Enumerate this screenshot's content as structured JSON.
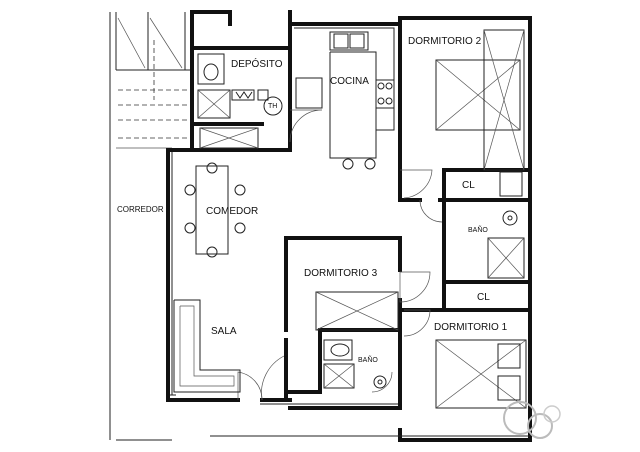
{
  "rooms": {
    "deposito": "DEPÓSITO",
    "cocina": "COCINA",
    "dormitorio2": "DORMITORIO 2",
    "comedor": "COMEDOR",
    "sala": "SALA",
    "dormitorio3": "DORMITORIO 3",
    "dormitorio1": "DORMITORIO 1",
    "bano1": "BAÑO",
    "bano2": "BAÑO",
    "closet1": "CL",
    "closet2": "CL",
    "corredor": "CORREDOR",
    "termo": "TH"
  }
}
